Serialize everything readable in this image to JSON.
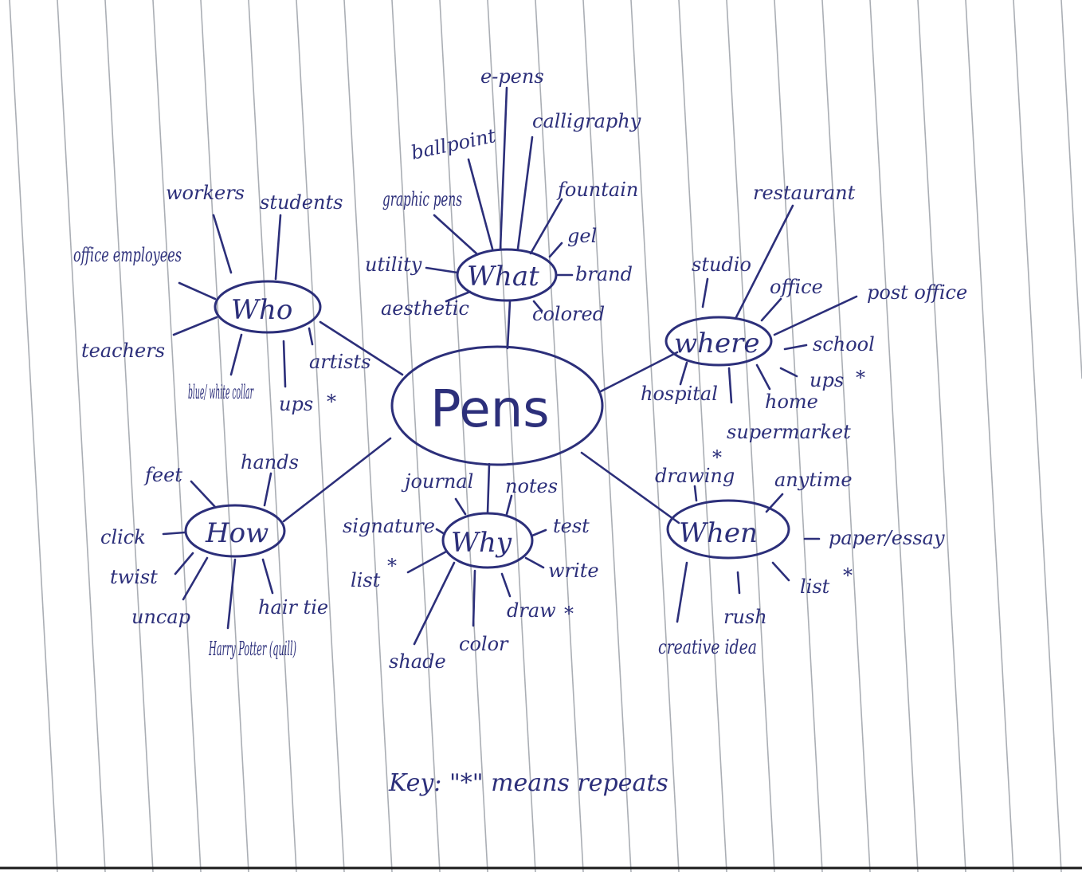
{
  "center": "Pens",
  "who": {
    "label": "Who",
    "items": [
      "workers",
      "students",
      "office employees",
      "teachers",
      "blue/ white collar",
      "ups",
      "artists"
    ]
  },
  "what": {
    "label": "What",
    "items": [
      "e-pens",
      "ballpoint",
      "calligraphy",
      "graphic pens",
      "fountain",
      "gel",
      "utility",
      "brand",
      "aesthetic",
      "colored"
    ]
  },
  "where": {
    "label": "where",
    "items": [
      "restaurant",
      "studio",
      "office",
      "post office",
      "school",
      "ups",
      "hospital",
      "home",
      "supermarket"
    ]
  },
  "how": {
    "label": "How",
    "items": [
      "feet",
      "hands",
      "click",
      "twist",
      "uncap",
      "Harry Potter (quill)",
      "hair tie"
    ]
  },
  "why": {
    "label": "Why",
    "items": [
      "journal",
      "notes",
      "signature",
      "test",
      "list",
      "write",
      "draw",
      "color",
      "shade"
    ]
  },
  "when": {
    "label": "When",
    "items": [
      "drawing",
      "anytime",
      "paper/essay",
      "list",
      "rush",
      "creative idea"
    ]
  },
  "repeat_mark": "*",
  "key": "Key: \"*\" means repeats",
  "colors": {
    "ink": "#2c2f7a",
    "paper": "#ffffff",
    "rule": "#8e939c"
  }
}
